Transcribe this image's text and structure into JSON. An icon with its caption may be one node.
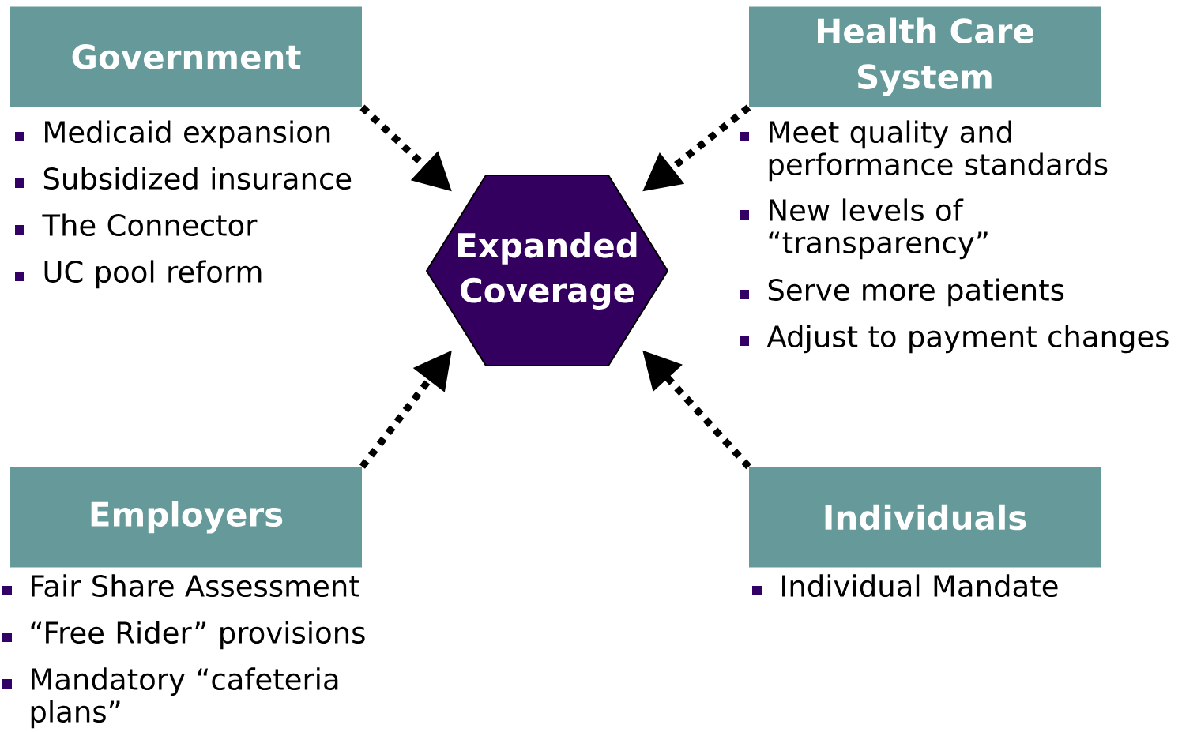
{
  "diagram": {
    "nodes": [
      {
        "text": [
          "Government"
        ],
        "beside": [
          "Medicaid expansion",
          "Subsidized insurance",
          "The Connector",
          "UC pool reform"
        ]
      },
      {
        "text": [
          "Health Care System"
        ],
        "beside": [
          "Meet quality and performance standards",
          "New levels of “transparency”",
          "Serve more patients",
          "Adjust to payment changes"
        ]
      },
      {
        "text": [
          "Employers"
        ],
        "beside": [
          "Fair Share Assessment",
          "“Free Rider” provisions",
          "Mandatory “cafeteria plans”"
        ]
      },
      {
        "text": [
          "Individuals"
        ],
        "beside": [
          "Individual Mandate"
        ]
      },
      {
        "text": [
          "Expanded Coverage"
        ]
      }
    ],
    "edges": [
      {
        "from": 0,
        "to": 4,
        "arrow": "to"
      },
      {
        "from": 1,
        "to": 4,
        "arrow": "to"
      },
      {
        "from": 2,
        "to": 4,
        "arrow": "to"
      },
      {
        "from": 3,
        "to": 4,
        "arrow": "to"
      }
    ]
  }
}
